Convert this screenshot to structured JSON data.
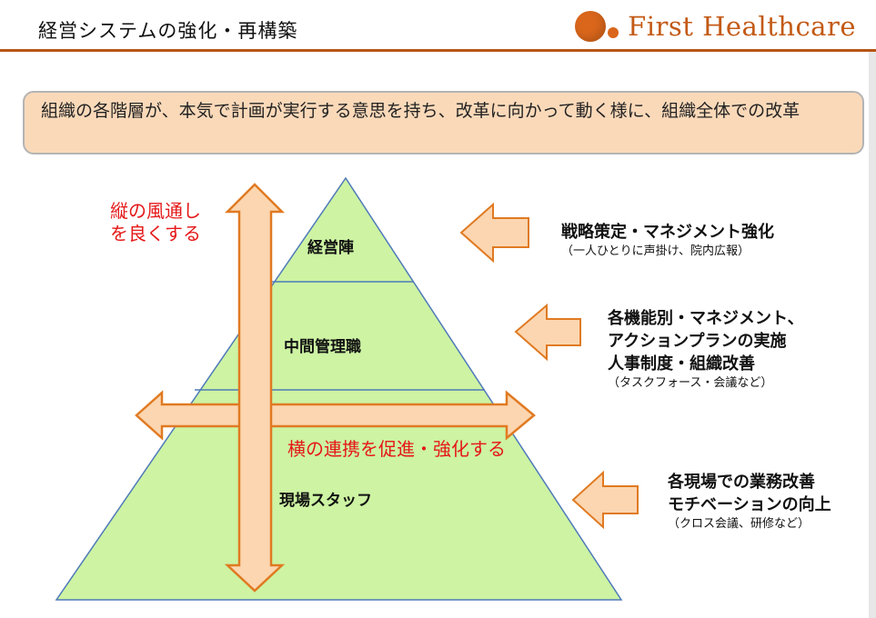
{
  "header": {
    "title": "経営システムの強化・再構築",
    "logo_text": "First Healthcare"
  },
  "callout": {
    "text": "組織の各階層が、本気で計画が実行する意思を持ち、改革に向かって動く様に、組織全体での改革"
  },
  "pyramid": {
    "levels": [
      "経営陣",
      "中間管理職",
      "現場スタッフ"
    ],
    "fill_color": "#cdf3a3",
    "line_color": "#4f7ab8"
  },
  "arrows": {
    "vertical_label_line1": "縦の風通し",
    "vertical_label_line2": "を良くする",
    "horizontal_label": "横の連携を促進・強化する",
    "fill_color": "#fcd6b0",
    "stroke_color": "#e07a22"
  },
  "right_items": [
    {
      "lines": [
        "戦略策定・マネジメント強化"
      ],
      "sub": "（一人ひとりに声掛け、院内広報）"
    },
    {
      "lines": [
        "各機能別・マネジメント、",
        "アクションプランの実施",
        "人事制度・組織改善"
      ],
      "sub": "（タスクフォース・会議など）"
    },
    {
      "lines": [
        "各現場での業務改善",
        "モチベーションの向上"
      ],
      "sub": "（クロス会議、研修など）"
    }
  ]
}
